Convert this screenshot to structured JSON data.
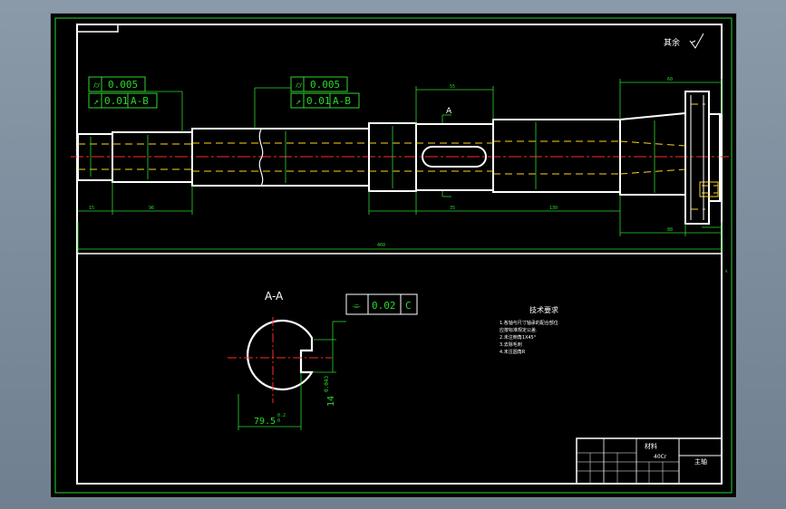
{
  "drawing": {
    "gdt_frame_top_left": {
      "row1_value": "0.005",
      "row2_value": "0.01",
      "row2_datum": "A-B"
    },
    "gdt_frame_top_mid": {
      "row1_value": "0.005",
      "row2_value": "0.01",
      "row2_datum": "A-B"
    },
    "gdt_frame_section": {
      "value": "0.02",
      "datum": "C"
    },
    "section_mark": "A",
    "section_title": "A-A",
    "section_dim_width": "79.5",
    "section_dim_width_tol": "0.2",
    "section_dim_width_tol_low": "0",
    "section_dim_key": "14",
    "section_dim_key_tol": "0.043",
    "tech_req_title": "技术要求",
    "tech_req_items": [
      "1.各轴与尺寸轴承的配合部位",
      "  应按标准规定公差.",
      "2.未注倒角1X45°",
      "3.去除毛刺",
      "4.未注圆角R"
    ],
    "title_block": {
      "material_label": "材料",
      "material_value": "40Cr",
      "part_name": "主轴"
    },
    "roughness_label": "其余"
  },
  "colors": {
    "background": "#000000",
    "frame": "#ffffff",
    "dimension": "#2bd82b",
    "centerline": "#ff2a2a",
    "hidden": "#ffd21e"
  }
}
